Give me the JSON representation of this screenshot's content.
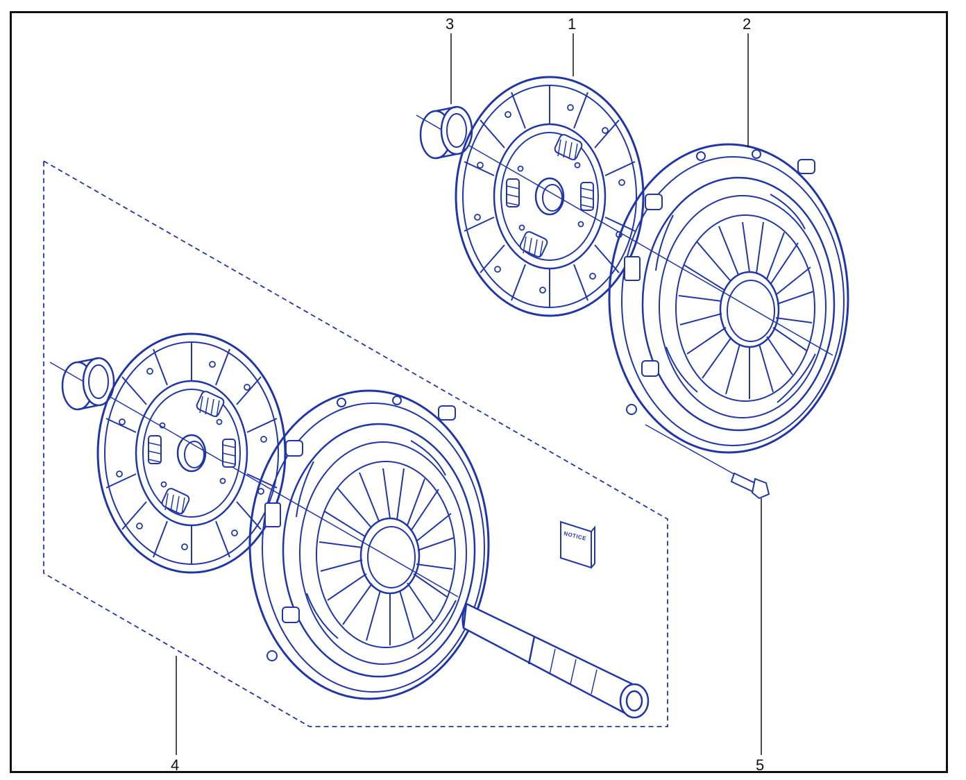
{
  "diagram": {
    "line_color": "#1f35a8",
    "frame_color": "#111111",
    "callouts": [
      {
        "id": "1",
        "label": "1",
        "part": "clutch-disc"
      },
      {
        "id": "2",
        "label": "2",
        "part": "pressure-plate"
      },
      {
        "id": "3",
        "label": "3",
        "part": "release-bearing"
      },
      {
        "id": "4",
        "label": "4",
        "part": "clutch-kit"
      },
      {
        "id": "5",
        "label": "5",
        "part": "bolt"
      }
    ],
    "notice_label": "NOTICE"
  }
}
